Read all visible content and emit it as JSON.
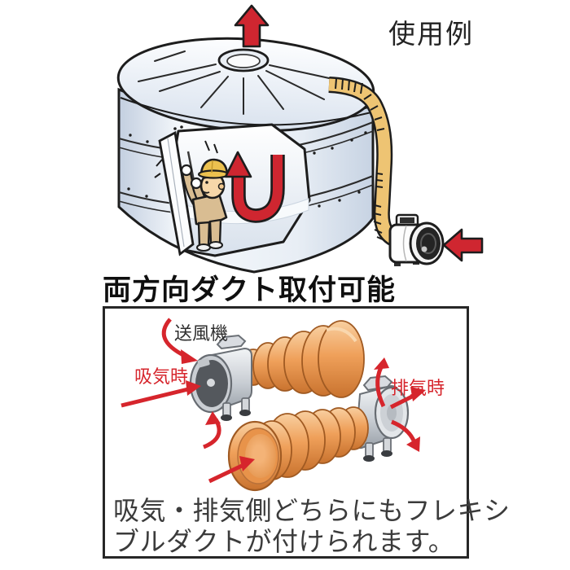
{
  "usage_example": {
    "title": "使用例",
    "heading": "両方向ダクト取付可能"
  },
  "duct_diagram": {
    "blower_label": "送風機",
    "intake_label": "吸気時",
    "exhaust_label": "排気時",
    "caption_line1": "吸気・排気側どちらにもフレキシ",
    "caption_line2": "ブルダクトが付けられます。"
  },
  "colors": {
    "arrow_red": "#cf2630",
    "diagram_red": "#d6252c",
    "duct_tan": "#eec473",
    "duct_orange": "#efa05a",
    "tank_light": "#dde6f1",
    "metal_gray": "#c9cdd2",
    "heading_text": "#0f0f0f",
    "caption_text": "#3b3b3b"
  }
}
